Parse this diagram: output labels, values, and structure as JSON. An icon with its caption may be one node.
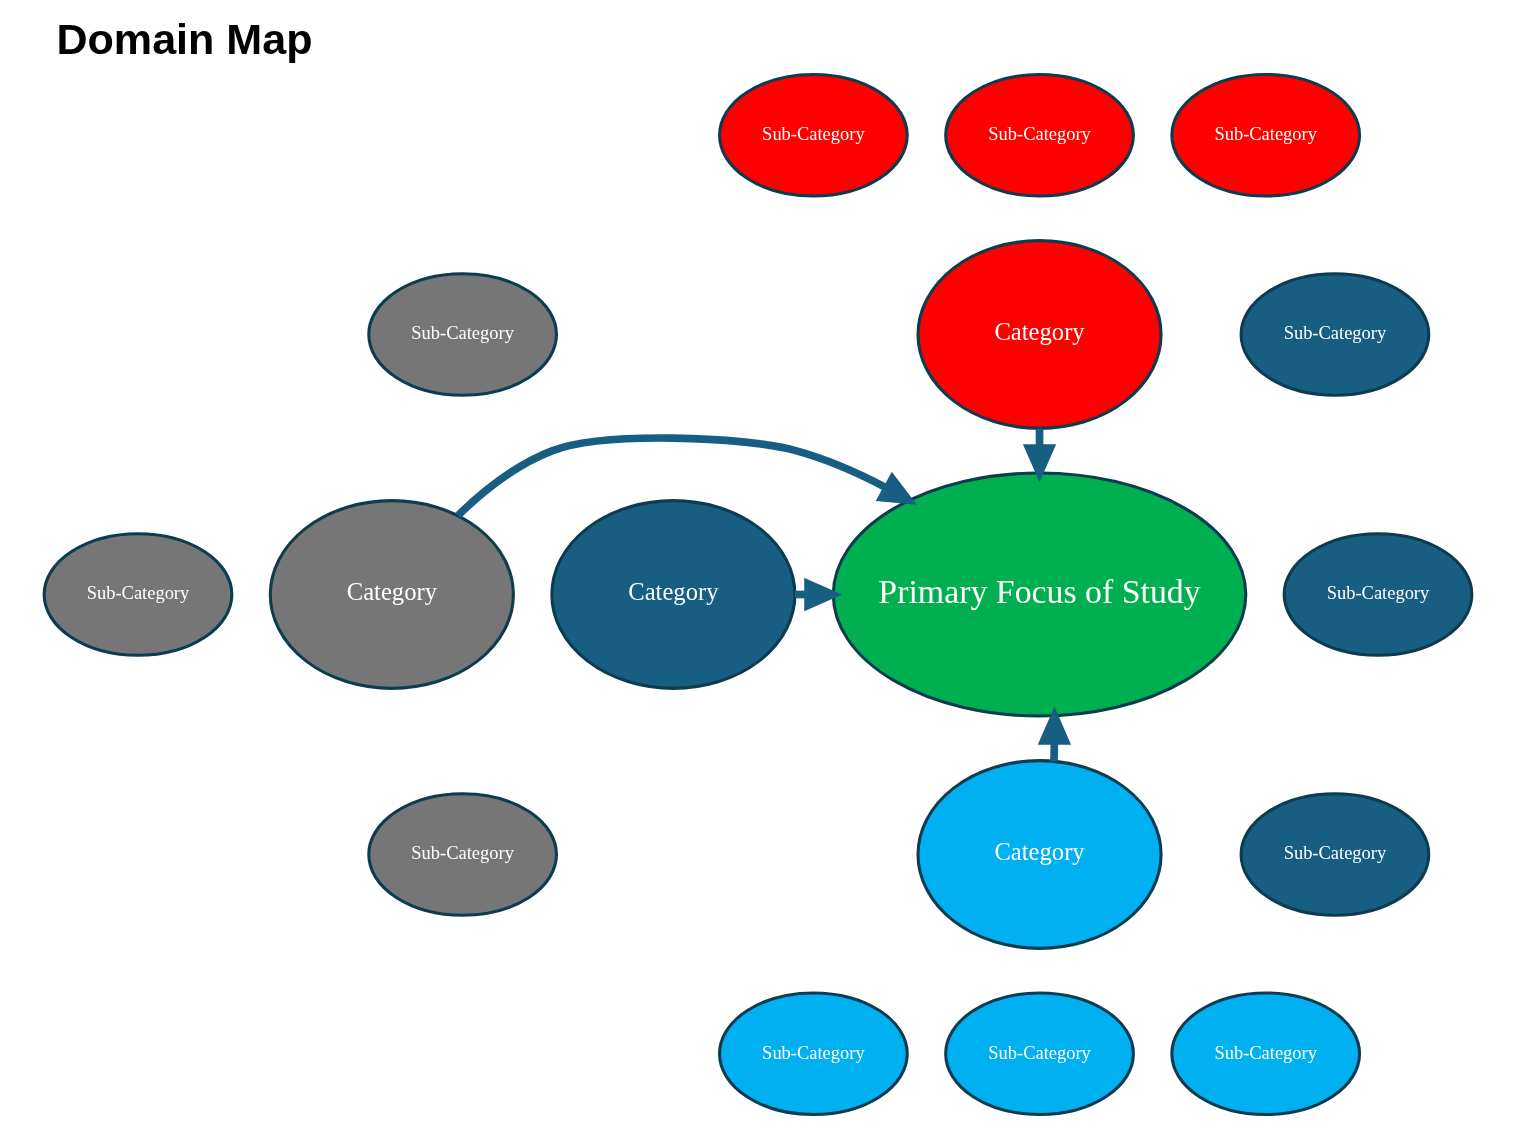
{
  "diagram": {
    "title": "Domain Map",
    "nodes": [
      {
        "text": [
          "Primary Focus of Study"
        ]
      },
      {
        "text": [
          "Category"
        ]
      },
      {
        "text": [
          "Sub-Category"
        ]
      },
      {
        "text": [
          "Sub-Category"
        ]
      },
      {
        "text": [
          "Sub-Category"
        ]
      },
      {
        "text": [
          "Category"
        ]
      },
      {
        "text": [
          "Sub-Category"
        ]
      },
      {
        "text": [
          "Sub-Category"
        ]
      },
      {
        "text": [
          "Sub-Category"
        ]
      },
      {
        "text": [
          "Category"
        ]
      },
      {
        "text": [
          "Sub-Category"
        ]
      },
      {
        "text": [
          "Sub-Category"
        ]
      },
      {
        "text": [
          "Sub-Category"
        ]
      },
      {
        "text": [
          "Category"
        ]
      },
      {
        "text": [
          "Sub-Category"
        ]
      },
      {
        "text": [
          "Sub-Category"
        ]
      },
      {
        "text": [
          "Sub-Category"
        ]
      }
    ],
    "edges": [
      {
        "from": 1,
        "to": 0,
        "arrow": "to"
      },
      {
        "from": 5,
        "to": 0,
        "arrow": "to"
      },
      {
        "from": 9,
        "to": 0,
        "arrow": "to"
      },
      {
        "from": 13,
        "to": 0,
        "arrow": "to"
      }
    ]
  }
}
